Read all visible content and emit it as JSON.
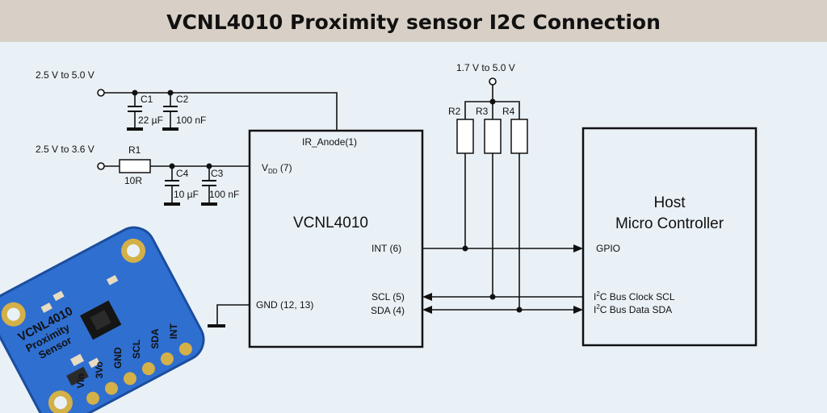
{
  "title": "VCNL4010 Proximity sensor I2C Connection",
  "supplies": {
    "main": "2.5 V to 5.0 V",
    "vdd": "2.5 V to 3.6 V",
    "pullup": "1.7 V to 5.0 V"
  },
  "components": {
    "c1": {
      "ref": "C1",
      "value": "22 µF"
    },
    "c2": {
      "ref": "C2",
      "value": "100 nF"
    },
    "c3": {
      "ref": "C3",
      "value": "100 nF"
    },
    "c4": {
      "ref": "C4",
      "value": "10 µF"
    },
    "r1": {
      "ref": "R1",
      "value": "10R"
    },
    "r2": {
      "ref": "R2"
    },
    "r3": {
      "ref": "R3"
    },
    "r4": {
      "ref": "R4"
    }
  },
  "chip": {
    "name": "VCNL4010",
    "pins": {
      "ir_anode": "IR_Anode(1)",
      "vdd_main": "V",
      "vdd_sub": "DD",
      "vdd_num": " (7)",
      "int": "INT (6)",
      "scl": "SCL (5)",
      "sda": "SDA (4)",
      "gnd": "GND (12, 13)"
    }
  },
  "host": {
    "line1": "Host",
    "line2": "Micro Controller",
    "gpio": "GPIO",
    "clk_prefix": "I",
    "clk_sup": "2",
    "clk_rest": "C Bus Clock SCL",
    "data_prefix": "I",
    "data_sup": "2",
    "data_rest": "C Bus Data SDA"
  },
  "board": {
    "name_line1": "VCNL4010",
    "name_line2": "Proximity",
    "name_line3": "Sensor",
    "pins": [
      "Vin",
      "3Vo",
      "GND",
      "SCL",
      "SDA",
      "INT"
    ],
    "colors": {
      "pcb": "#2f6fd0",
      "pad": "#d4b048",
      "silk": "#ffffff"
    }
  },
  "colors": {
    "title_bar": "#d8d0c6",
    "background": "#eaf1f6",
    "line": "#111111"
  }
}
